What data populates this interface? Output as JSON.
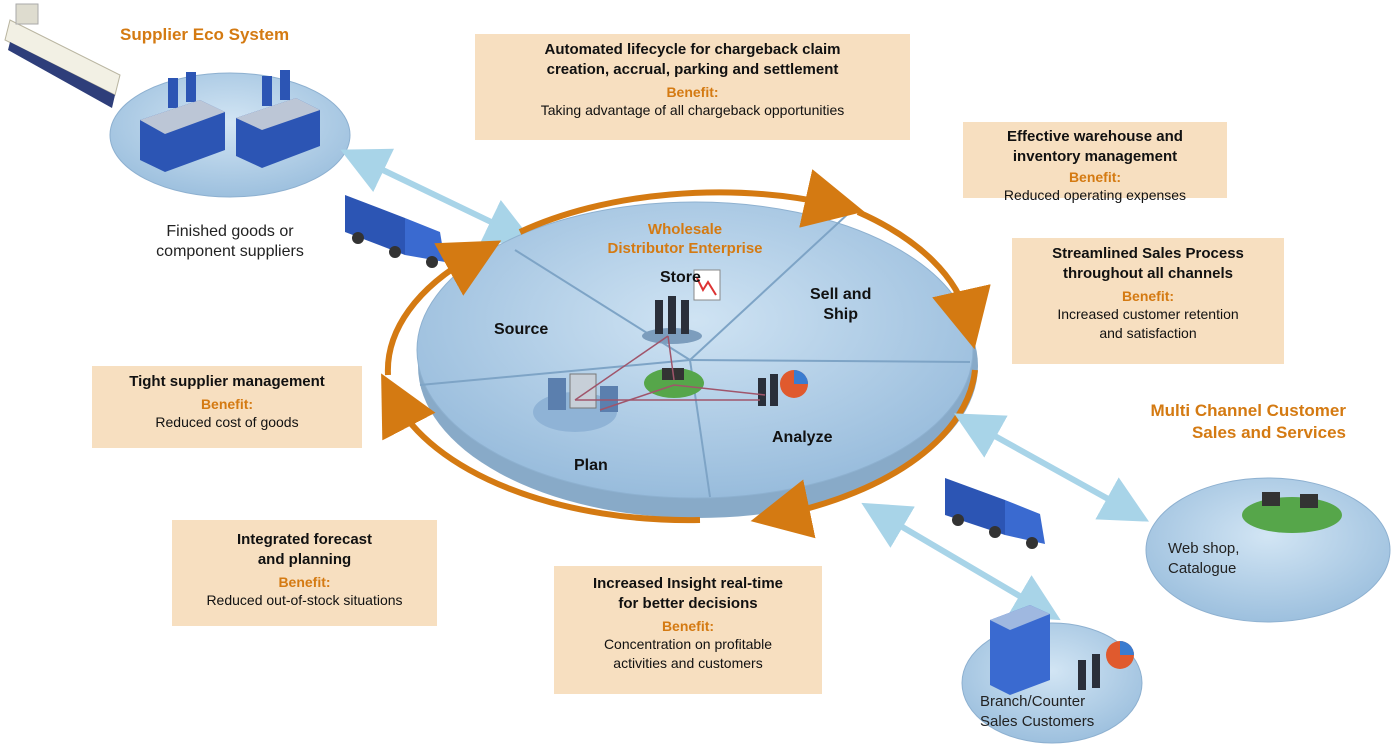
{
  "titles": {
    "supplier": "Supplier Eco System",
    "enterprise": "Wholesale\nDistributor Enterprise",
    "customer": "Multi Channel Customer\nSales and Services"
  },
  "supplier_caption": "Finished goods or\ncomponent suppliers",
  "segments": {
    "source": "Source",
    "store": "Store",
    "sell_ship": "Sell and\nShip",
    "analyze": "Analyze",
    "plan": "Plan"
  },
  "customers": {
    "webshop": "Web shop,\nCatalogue",
    "branch": "Branch/Counter\nSales Customers"
  },
  "boxes": {
    "chargeback": {
      "title": "Automated lifecycle for chargeback claim\ncreation, accrual, parking and settlement",
      "benefit_label": "Benefit:",
      "benefit": "Taking advantage of all chargeback opportunities"
    },
    "warehouse": {
      "title": "Effective warehouse and\ninventory management",
      "benefit_label": "Benefit:",
      "benefit": "Reduced operating expenses"
    },
    "sales": {
      "title": "Streamlined Sales Process\nthroughout all channels",
      "benefit_label": "Benefit:",
      "benefit": "Increased customer retention\nand satisfaction"
    },
    "supplier_mgmt": {
      "title": "Tight supplier management",
      "benefit_label": "Benefit:",
      "benefit": "Reduced cost of goods"
    },
    "forecast": {
      "title": "Integrated forecast\nand planning",
      "benefit_label": "Benefit:",
      "benefit": "Reduced out-of-stock situations"
    },
    "insight": {
      "title": "Increased Insight real-time\nfor better decisions",
      "benefit_label": "Benefit:",
      "benefit": "Concentration on profitable\nactivities and customers"
    }
  },
  "colors": {
    "orange": "#d47a12",
    "box_fill": "#f7dfc0",
    "disc_blue": "#a9cbe6",
    "arrow_blue": "#a8d4e8",
    "truck_blue": "#2a56b8"
  }
}
